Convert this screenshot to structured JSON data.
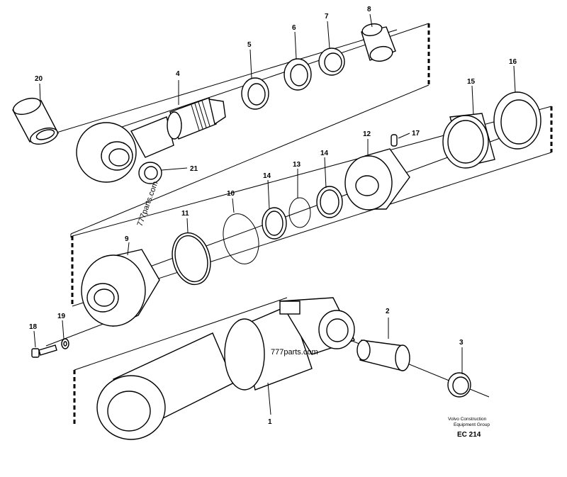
{
  "callouts": [
    {
      "id": "p1",
      "label": "1"
    },
    {
      "id": "p2",
      "label": "2"
    },
    {
      "id": "p3",
      "label": "3"
    },
    {
      "id": "p4",
      "label": "4"
    },
    {
      "id": "p5",
      "label": "5"
    },
    {
      "id": "p6",
      "label": "6"
    },
    {
      "id": "p7",
      "label": "7"
    },
    {
      "id": "p8",
      "label": "8"
    },
    {
      "id": "p9",
      "label": "9"
    },
    {
      "id": "p10",
      "label": "10"
    },
    {
      "id": "p11",
      "label": "11"
    },
    {
      "id": "p12",
      "label": "12"
    },
    {
      "id": "p13",
      "label": "13"
    },
    {
      "id": "p14a",
      "label": "14"
    },
    {
      "id": "p14b",
      "label": "14"
    },
    {
      "id": "p15",
      "label": "15"
    },
    {
      "id": "p16",
      "label": "16"
    },
    {
      "id": "p17",
      "label": "17"
    },
    {
      "id": "p18",
      "label": "18"
    },
    {
      "id": "p19",
      "label": "19"
    },
    {
      "id": "p20",
      "label": "20"
    },
    {
      "id": "p21",
      "label": "21"
    }
  ],
  "watermarks": [
    "777parts.com",
    "777parts.com"
  ],
  "brand_line1": "Volvo Construction",
  "brand_line2": "Equipment Group",
  "drawing_code": "EC 214"
}
